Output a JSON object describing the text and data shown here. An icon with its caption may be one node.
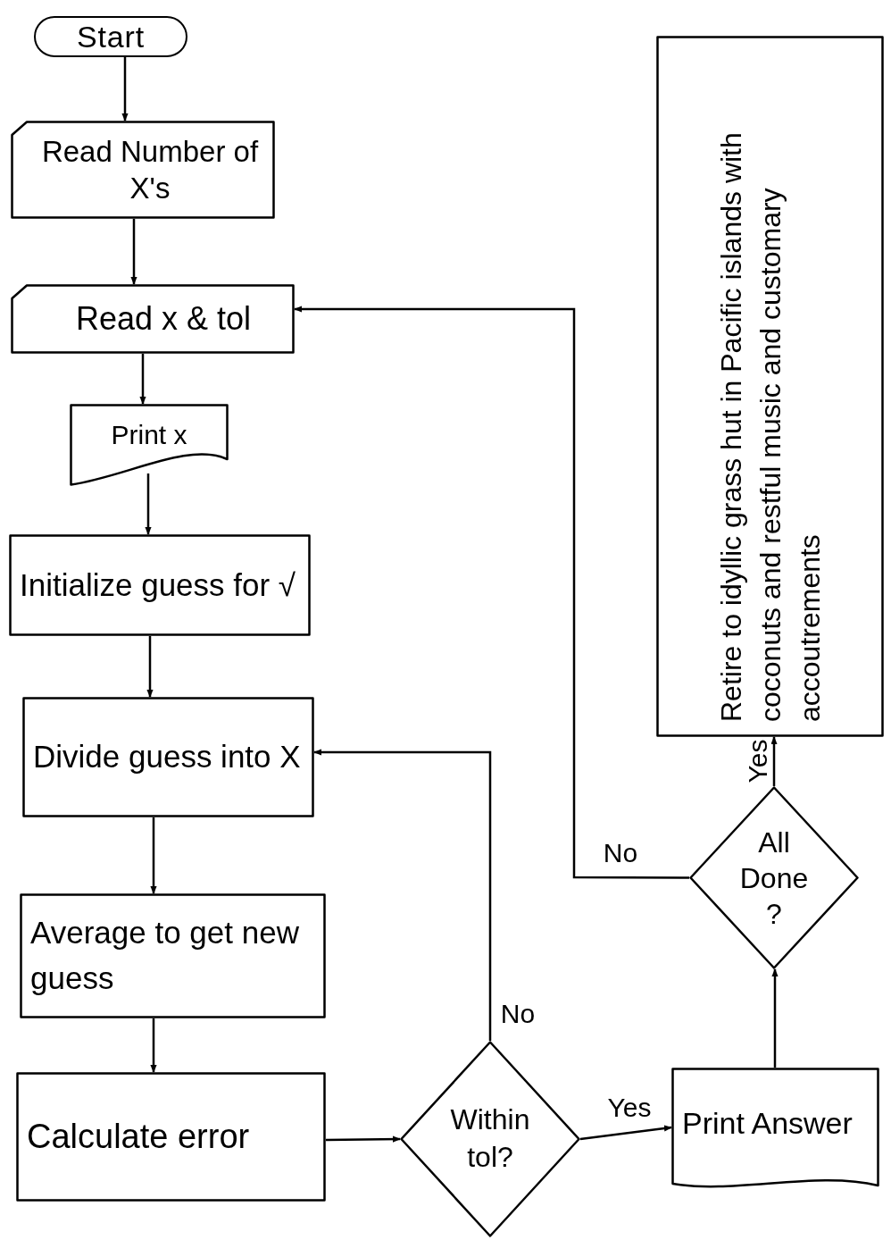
{
  "diagram": {
    "nodes": [
      {
        "text": [
          "Start"
        ]
      },
      {
        "text": [
          "Read Number of X's"
        ]
      },
      {
        "text": [
          "Read x & tol"
        ]
      },
      {
        "text": [
          "Print x"
        ]
      },
      {
        "text": [
          "Initialize guess for √"
        ]
      },
      {
        "text": [
          "Divide guess into X"
        ]
      },
      {
        "text": [
          "Average to get new guess"
        ]
      },
      {
        "text": [
          "Calculate error"
        ]
      },
      {
        "text": [
          "Within tol?"
        ]
      },
      {
        "text": [
          "Print Answer"
        ]
      },
      {
        "text": [
          "All Done ?"
        ]
      },
      {
        "text": [
          "Retire to idyllic grass hut in Pacific islands with coconuts and restful music and customary accoutrements"
        ]
      }
    ],
    "edges": [
      {
        "from": 0,
        "to": 1,
        "arrow": "to"
      },
      {
        "from": 1,
        "to": 2,
        "arrow": "to"
      },
      {
        "from": 2,
        "to": 3,
        "arrow": "to"
      },
      {
        "from": 3,
        "to": 4,
        "arrow": "to"
      },
      {
        "from": 4,
        "to": 5,
        "arrow": "to"
      },
      {
        "from": 5,
        "to": 6,
        "arrow": "to"
      },
      {
        "from": 6,
        "to": 7,
        "arrow": "to"
      },
      {
        "from": 7,
        "to": 8,
        "arrow": "to"
      },
      {
        "from": 8,
        "to": 9,
        "arrow": "to",
        "label": "Yes"
      },
      {
        "from": 8,
        "to": 5,
        "arrow": "to",
        "label": "No"
      },
      {
        "from": 9,
        "to": 10,
        "arrow": "to"
      },
      {
        "from": 10,
        "to": 11,
        "arrow": "to",
        "label": "Yes"
      },
      {
        "from": 10,
        "to": 2,
        "arrow": "to",
        "label": "No"
      }
    ]
  }
}
